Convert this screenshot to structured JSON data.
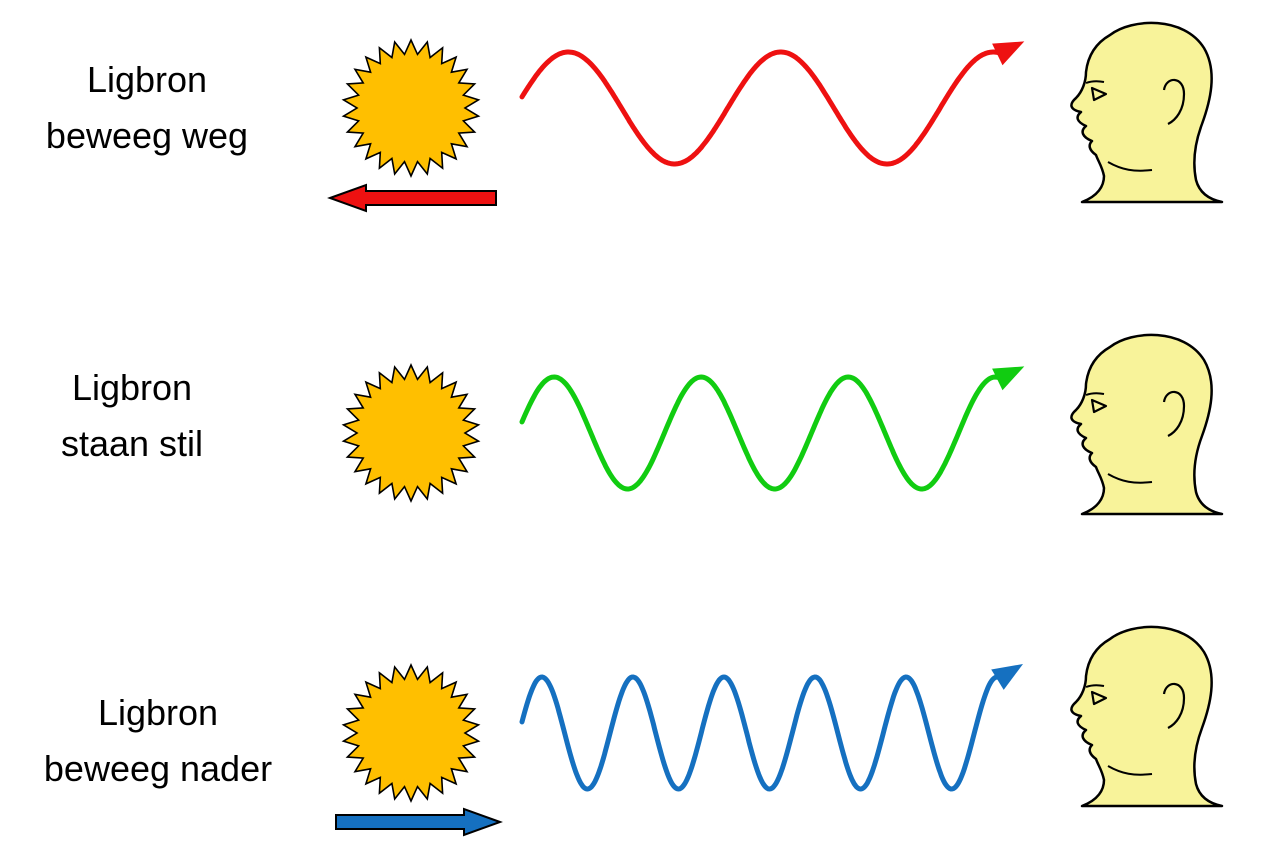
{
  "rows": [
    {
      "label_line1": "Ligbron",
      "label_line2": "beweeg weg",
      "wave_color": "#ee1111",
      "cycles": 2,
      "motion": "away",
      "motion_arrow_color": "#ee1111"
    },
    {
      "label_line1": "Ligbron",
      "label_line2": "staan stil",
      "wave_color": "#11cc11",
      "cycles": 3,
      "motion": "none",
      "motion_arrow_color": ""
    },
    {
      "label_line1": "Ligbron",
      "label_line2": "beweeg nader",
      "wave_color": "#1570c0",
      "cycles": 5,
      "motion": "toward",
      "motion_arrow_color": "#1570c0"
    }
  ],
  "icons": {
    "source": "sun-icon",
    "observer": "head-icon"
  },
  "colors": {
    "sun_fill": "#ffbf00",
    "head_fill": "#f8f39a",
    "outline": "#000000"
  }
}
